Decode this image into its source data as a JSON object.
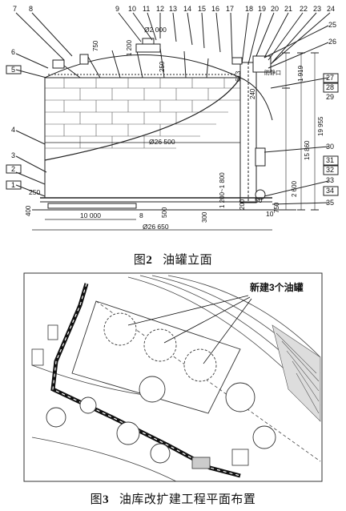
{
  "figure2": {
    "caption_label": "图",
    "caption_num": "2",
    "caption_title": "油罐立面",
    "callouts_top": [
      "7",
      "8",
      "9",
      "10",
      "11",
      "12",
      "13",
      "14",
      "15",
      "16",
      "17",
      "18",
      "19",
      "20",
      "21",
      "22",
      "23",
      "24"
    ],
    "callouts_left": [
      "6",
      "5",
      "4",
      "3",
      "2",
      "1"
    ],
    "callouts_right": [
      "25",
      "26",
      "27",
      "28",
      "29",
      "30",
      "31",
      "32",
      "33",
      "34",
      "35"
    ],
    "dimensions": {
      "d_top": "Ø2 000",
      "d_mid": "Ø26 500",
      "d_bottom": "Ø26 650",
      "h_1200": "1 200",
      "h_250_roof": "250",
      "h_750": "750",
      "h_250_left": "250",
      "h_400": "400",
      "w_10000": "10 000",
      "h_8": "8",
      "h_500": "500",
      "h_300": "300",
      "h_range": "1 200~1 800",
      "h_50": "50",
      "h_200": "200",
      "h_750_r": "750",
      "h_10": "10",
      "h_2600": "2 600",
      "h_15860": "15 860",
      "h_19955": "19 955",
      "h_1919": "1 919",
      "h_240": "240",
      "h_613": "613",
      "vent_label": "防静口"
    }
  },
  "figure3": {
    "caption_label": "图",
    "caption_num": "3",
    "caption_title": "油库改扩建工程平面布置",
    "annotation": "新建3个油罐"
  }
}
